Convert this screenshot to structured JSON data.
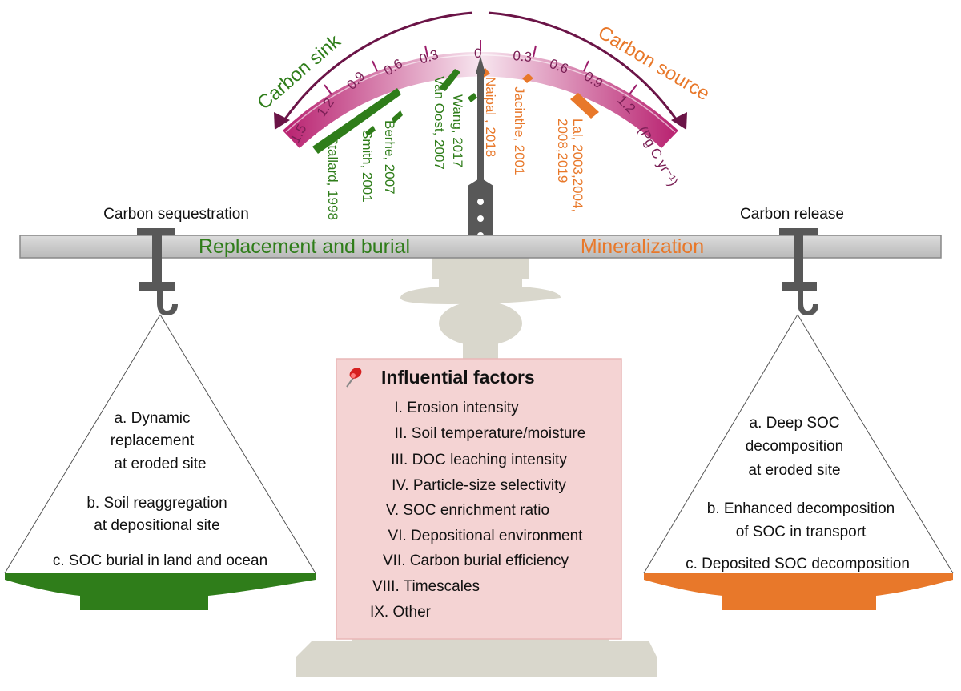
{
  "gauge": {
    "left_label": "Carbon sink",
    "right_label": "Carbon source",
    "unit": "(Pg C yr⁻¹)",
    "left_ticks": [
      "1.5",
      "1.2",
      "0.9",
      "0.6",
      "0.3"
    ],
    "zero": "0",
    "right_ticks": [
      "0.3",
      "0.6",
      "0.9",
      "1.2"
    ]
  },
  "references": {
    "sink": [
      "Stallard, 1998",
      "Smith, 2001",
      "Berhe, 2007",
      "Van Oost, 2007",
      "Wang, 2017"
    ],
    "source": [
      "Naipal , 2018",
      "Jacinthe, 2001",
      "Lal, 2003,2004,",
      "2008,2019"
    ]
  },
  "beam": {
    "left_title": "Carbon sequestration",
    "right_title": "Carbon release",
    "left_process": "Replacement and burial",
    "right_process": "Mineralization"
  },
  "left_pan": {
    "items": [
      "a. Dynamic",
      "replacement",
      "at eroded site",
      "b. Soil reaggregation",
      "at depositional site",
      "c. SOC burial in land and ocean"
    ]
  },
  "right_pan": {
    "items": [
      "a. Deep SOC",
      "decomposition",
      "at eroded site",
      "b. Enhanced decomposition",
      "of SOC in transport",
      "c. Deposited SOC decomposition"
    ]
  },
  "factors": {
    "title": "Influential factors",
    "items": [
      "I. Erosion intensity",
      "II. Soil temperature/moisture",
      "III. DOC leaching intensity",
      "IV. Particle-size selectivity",
      "V. SOC enrichment ratio",
      "VI. Depositional environment",
      "VII. Carbon burial efficiency",
      "VIII. Timescales",
      "IX. Other"
    ]
  },
  "colors": {
    "sink": "#2f7d1a",
    "source": "#e8782a",
    "gauge": "#9b1c6a",
    "panel": "#f4d3d3",
    "stand": "#d9d7cc",
    "hardware": "#585858"
  }
}
